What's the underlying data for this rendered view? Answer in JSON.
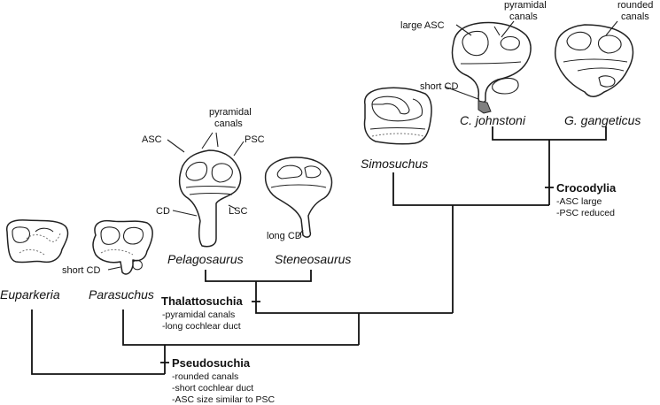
{
  "taxa": {
    "euparkeria": "Euparkeria",
    "parasuchus": "Parasuchus",
    "pelagosaurus": "Pelagosaurus",
    "steneosaurus": "Steneosaurus",
    "simosuchus": "Simosuchus",
    "johnstoni": "C. johnstoni",
    "gangeticus": "G. gangeticus"
  },
  "labels": {
    "short_cd_parasuchus": "short CD",
    "asc": "ASC",
    "pyramidal_line1": "pyramidal",
    "pyramidal_line2": "canals",
    "psc": "PSC",
    "cd": "CD",
    "lsc": "LSC",
    "long_cd": "long CD",
    "large_asc": "large ASC",
    "short_cd_johnstoni": "short CD",
    "pyramidal_j_line1": "pyramidal",
    "pyramidal_j_line2": "canals",
    "rounded_line1": "rounded",
    "rounded_line2": "canals"
  },
  "clades": {
    "thalattosuchia": {
      "name": "Thalattosuchia",
      "traits": [
        "-pyramidal canals",
        "-long cochlear duct"
      ]
    },
    "pseudosuchia": {
      "name": "Pseudosuchia",
      "traits": [
        "-rounded canals",
        "-short cochlear duct",
        "-ASC size similar to PSC"
      ]
    },
    "crocodylia": {
      "name": "Crocodylia",
      "traits": [
        "-ASC large",
        "-PSC reduced"
      ]
    }
  },
  "colors": {
    "ink": "#222222",
    "cochlear_fill": "#808080",
    "background": "#ffffff"
  }
}
